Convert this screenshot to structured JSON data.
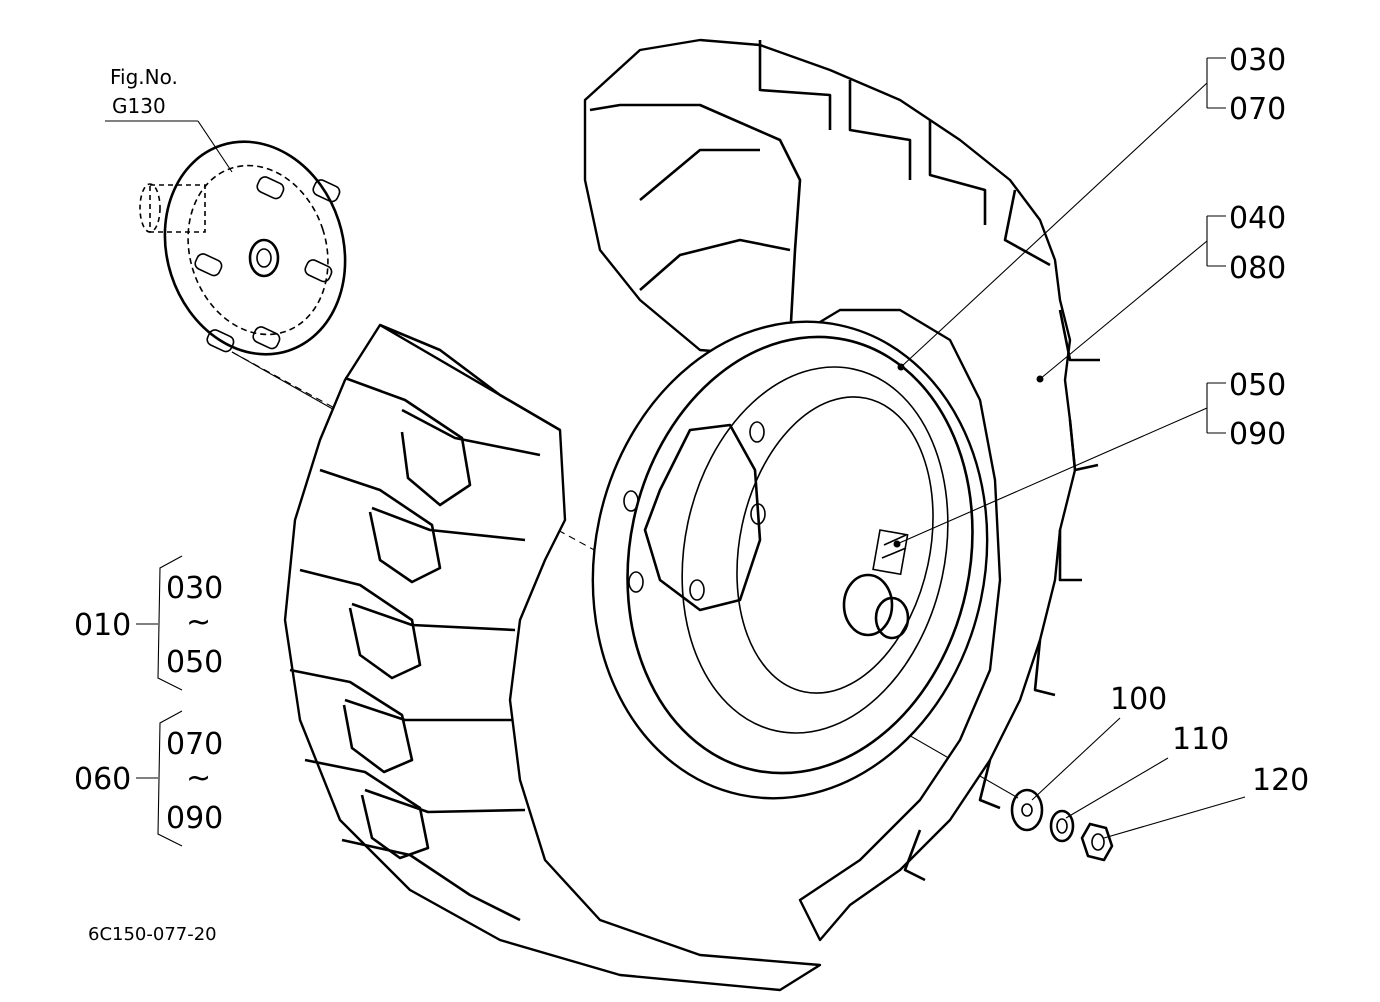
{
  "figure_ref": {
    "line1": "Fig.No.",
    "line2": "G130"
  },
  "drawing_code": "6C150-077-20",
  "callouts": {
    "p030": "030",
    "p070": "070",
    "p040": "040",
    "p080": "080",
    "p050": "050",
    "p090": "090",
    "p100": "100",
    "p110": "110",
    "p120": "120"
  },
  "assemblies": [
    {
      "id": "010",
      "from": "030",
      "tilde": "~",
      "to": "050"
    },
    {
      "id": "060",
      "from": "070",
      "tilde": "~",
      "to": "090"
    }
  ],
  "colors": {
    "line": "#000000",
    "background": "#ffffff"
  }
}
